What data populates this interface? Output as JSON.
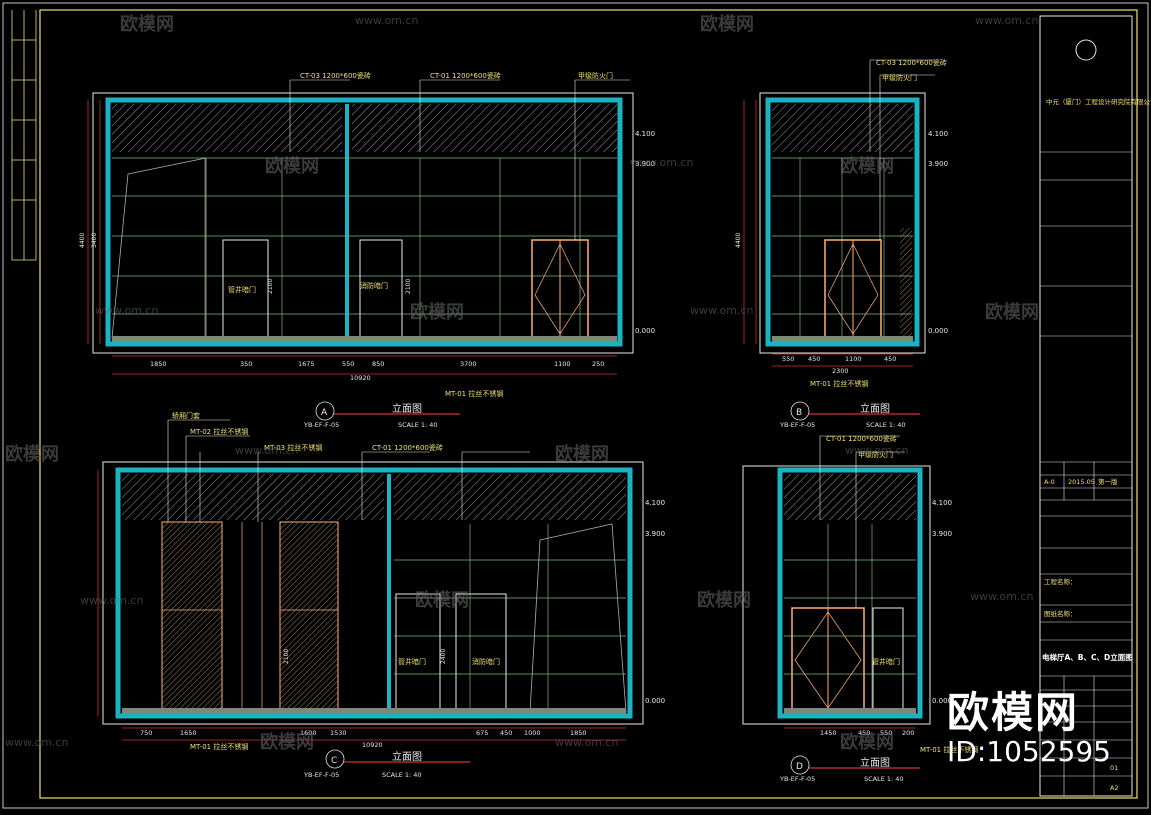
{
  "drawing": {
    "watermark_brand": "欧模网",
    "watermark_url": "www.om.cn",
    "id_label": "ID:1052595",
    "elevations": [
      {
        "tag": "A",
        "title": "立面图",
        "scale": "SCALE 1: 40",
        "ref": "YB-EF-F-05"
      },
      {
        "tag": "B",
        "title": "立面图",
        "scale": "SCALE 1: 40",
        "ref": "YB-EF-F-05"
      },
      {
        "tag": "C",
        "title": "立面图",
        "scale": "SCALE 1: 40",
        "ref": "YB-EF-F-05"
      },
      {
        "tag": "D",
        "title": "立面图",
        "scale": "SCALE 1: 40",
        "ref": "YB-EF-F-05"
      }
    ],
    "notes_a": [
      "CT-03  1200*600瓷砖",
      "CT-01  1200*600瓷砖",
      "甲级防火门",
      "MT-01  拉丝不锈钢",
      "管井暗门",
      "消防暗门"
    ],
    "notes_b": [
      "CT-03  1200*600瓷砖",
      "甲级防火门",
      "MT-01  拉丝不锈钢"
    ],
    "notes_c": [
      "轿厢门套",
      "MT-02  拉丝不锈钢",
      "MT-03  拉丝不锈钢",
      "CT-01  1200*600瓷砖",
      "管井暗门",
      "消防暗门",
      "MT-01  拉丝不锈钢"
    ],
    "notes_d": [
      "CT-01  1200*600瓷砖",
      "甲级防火门",
      "管井暗门",
      "MT-01  拉丝不锈钢"
    ],
    "levels": [
      "4.100",
      "3.900",
      "0.000"
    ],
    "dims_a": [
      "1850",
      "350",
      "1675",
      "550",
      "850",
      "3700",
      "1100",
      "250",
      "10920",
      "2100",
      "2100",
      "4400",
      "3400"
    ],
    "dims_b": [
      "550",
      "450",
      "1100",
      "450",
      "2300",
      "4400"
    ],
    "dims_c": [
      "750",
      "1650",
      "1600",
      "1530",
      "675",
      "450",
      "1000",
      "1850",
      "10920",
      "2400",
      "2100"
    ],
    "dims_d": [
      "1450",
      "450",
      "550",
      "200"
    ],
    "title_block": {
      "company": "中元（厦门）工程设计研究院有限公司",
      "rows": [
        "A-0",
        "2015.05",
        "第一版",
        "工程名称：",
        "图纸名称：",
        "电梯厅A、B、C、D立面图",
        "A2",
        "01"
      ]
    }
  }
}
